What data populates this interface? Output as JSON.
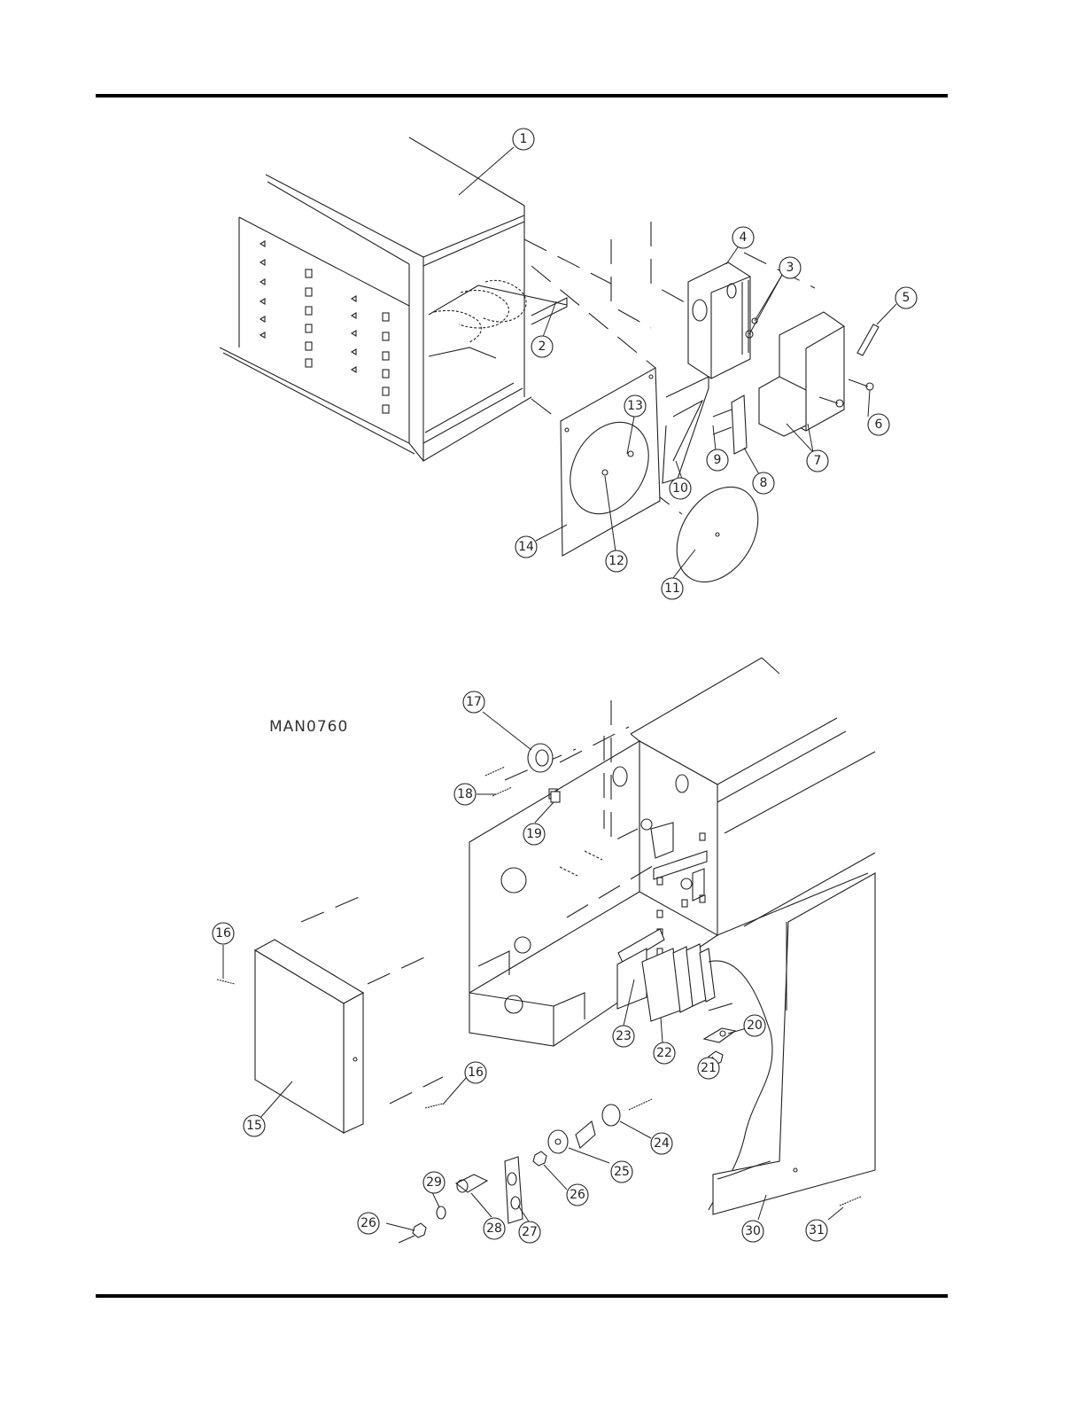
{
  "drawing_number": "MAN0760",
  "callouts": {
    "c1": "1",
    "c2": "2",
    "c3": "3",
    "c4": "4",
    "c5": "5",
    "c6": "6",
    "c7": "7",
    "c8": "8",
    "c9": "9",
    "c10": "10",
    "c11": "11",
    "c12": "12",
    "c13": "13",
    "c14": "14",
    "c15": "15",
    "c16a": "16",
    "c16b": "16",
    "c17": "17",
    "c18": "18",
    "c19": "19",
    "c20": "20",
    "c21": "21",
    "c22": "22",
    "c23": "23",
    "c24": "24",
    "c25": "25",
    "c26a": "26",
    "c26b": "26",
    "c27": "27",
    "c28": "28",
    "c29": "29",
    "c30": "30",
    "c31": "31"
  }
}
